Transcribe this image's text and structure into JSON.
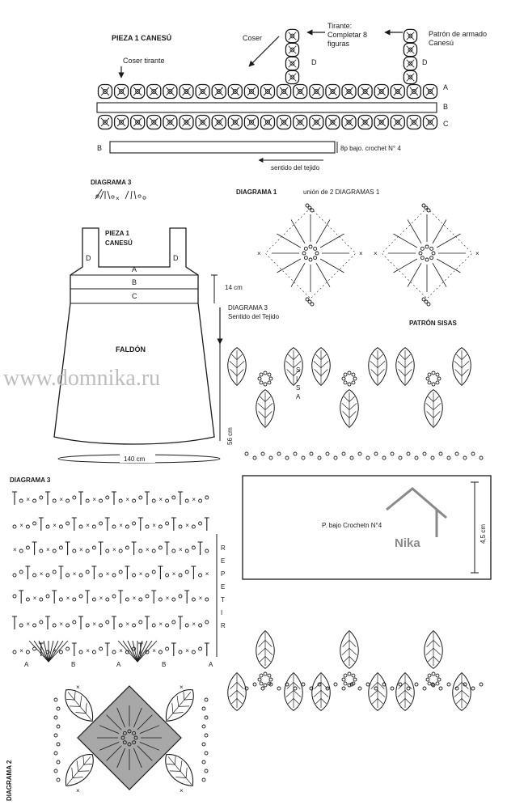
{
  "watermark": "www.domnika.ru",
  "brand": {
    "name": "Nika",
    "color": "#8a8a8a"
  },
  "colors": {
    "ink": "#1a1a1a",
    "shade": "#a8a8a8",
    "watermark": "#bdbdbd"
  },
  "yoke": {
    "title": "PIEZA 1 CANESÚ",
    "sew_strap": "Coser tirante",
    "sew": "Coser",
    "strap_line1": "Tirante:",
    "strap_line2": "Completar 8",
    "strap_line3": "figuras",
    "pattern_line1": "Patrón de armado",
    "pattern_line2": "Canesú",
    "strap_letter": "D",
    "row_a": "A",
    "row_b": "B",
    "row_c": "C",
    "strip_letter": "B",
    "strip_note": "8p bajo. crochet N° 4",
    "direction": "sentido del tejido"
  },
  "diagram3_small": "DIAGRAMA 3",
  "dress": {
    "piece_line1": "PIEZA 1",
    "piece_line2": "CANESÚ",
    "strap_letter": "D",
    "band_a": "A",
    "band_b": "B",
    "band_c": "C",
    "skirt": "FALDÓN",
    "yoke_height": "14 cm",
    "diagram_line1": "DIAGRAMA 3",
    "diagram_line2": "Sentido del Tejido",
    "skirt_length": "56 cm",
    "hem_width": "140 cm"
  },
  "diagram1": {
    "title": "DIAGRAMA 1",
    "join": "unión de 2 DIAGRAMAS 1"
  },
  "armhole": {
    "title": "PATRÓN SISAS",
    "vertical": [
      "S",
      "I",
      "S",
      "A"
    ],
    "label": "P. bajo Crochetn N°4",
    "measure": "4,5 cm"
  },
  "diagram3": {
    "title": "DIAGRAMA 3",
    "repeat": [
      "R",
      "E",
      "P",
      "E",
      "T",
      "I",
      "R"
    ],
    "axis": [
      "A",
      "B",
      "A",
      "B",
      "A"
    ]
  },
  "diagram2": {
    "title": "DIAGRAMA 2"
  }
}
